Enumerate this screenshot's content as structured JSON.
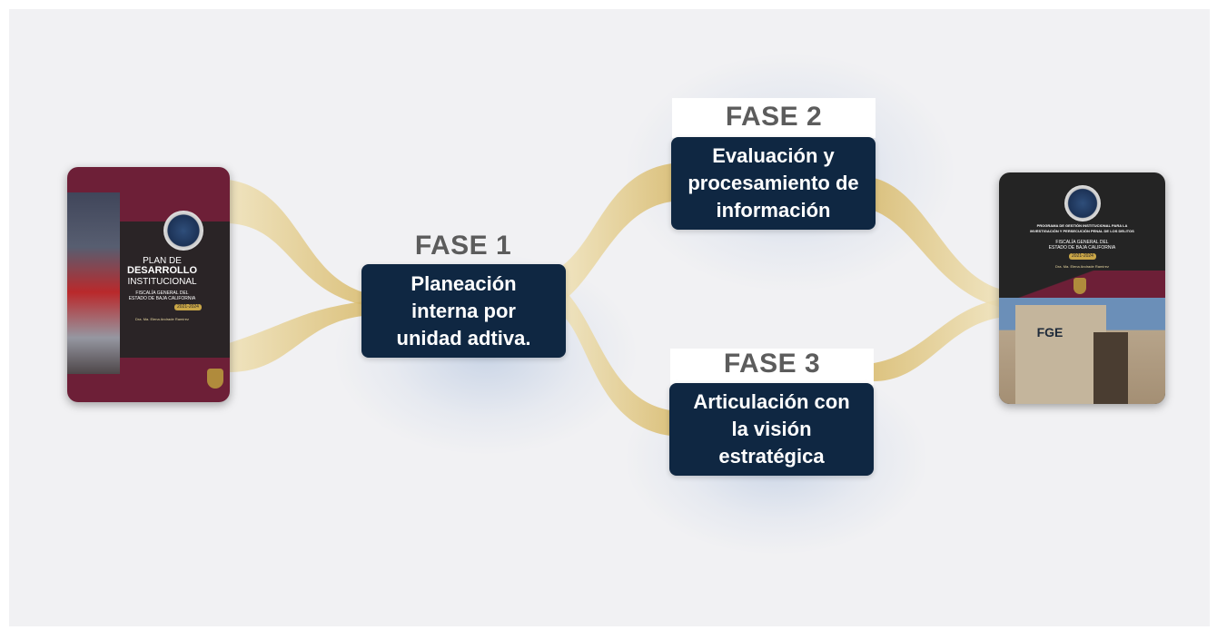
{
  "colors": {
    "background": "#f1f1f3",
    "box": "#0f2742",
    "ribbon": "#e3c987",
    "phase_title": "#5c5c5c",
    "maroon": "#6d1f37"
  },
  "phases": [
    {
      "title": "FASE 1",
      "lines": [
        "Planeación",
        "interna por",
        "unidad adtiva."
      ]
    },
    {
      "title": "FASE 2",
      "lines": [
        "Evaluación y",
        "procesamiento de",
        "información"
      ]
    },
    {
      "title": "FASE 3",
      "lines": [
        "Articulación con",
        "la visión",
        "estratégica"
      ]
    }
  ],
  "left_document": {
    "line1": "PLAN DE",
    "line2": "DESARROLLO",
    "line3": "INSTITUCIONAL",
    "org1": "FISCALÍA GENERAL DEL",
    "org2": "ESTADO DE BAJA CALIFORNIA",
    "years": "2021-2024",
    "author": "Dra. Ma. Elena Andrade Ramírez"
  },
  "right_document": {
    "title1": "PROGRAMA DE GESTIÓN INSTITUCIONAL PARA LA",
    "title2": "INVESTIGACIÓN Y PERSECUCIÓN PENAL DE LOS DELITOS",
    "org1": "FISCALÍA GENERAL DEL",
    "org2": "ESTADO DE BAJA CALIFORNIA",
    "years": "2021-2024",
    "author": "Dra. Ma. Elena Andrade Ramírez",
    "building_sign": "FGE"
  }
}
